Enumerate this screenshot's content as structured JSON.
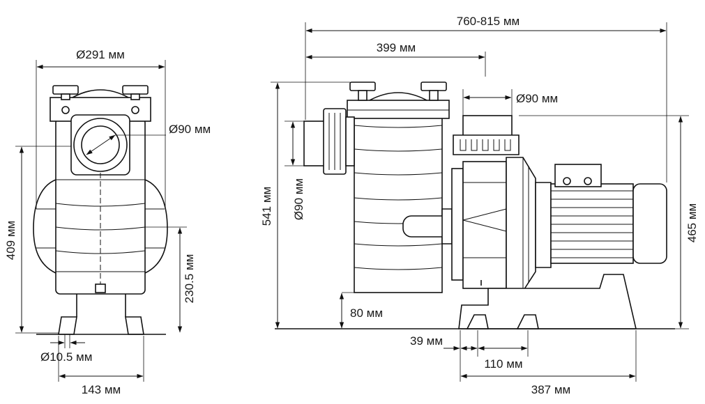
{
  "front_view": {
    "width_label": "Ø291 мм",
    "inlet_label": "Ø90 мм",
    "height_label": "409 мм",
    "axis_height_label": "230.5 мм",
    "bolt_label": "Ø10.5 мм",
    "base_label": "143 мм"
  },
  "side_view": {
    "overall_length_label": "760-815 мм",
    "inlet_offset_label": "399 мм",
    "outlet_label": "Ø90 мм",
    "inlet_label": "Ø90 мм",
    "total_height_label": "541 мм",
    "outlet_height_label": "465 мм",
    "inlet_base_height_label": "80 мм",
    "foot_offset_label": "39 мм",
    "foot_spacing_label": "110 мм",
    "base_length_label": "387 мм"
  }
}
